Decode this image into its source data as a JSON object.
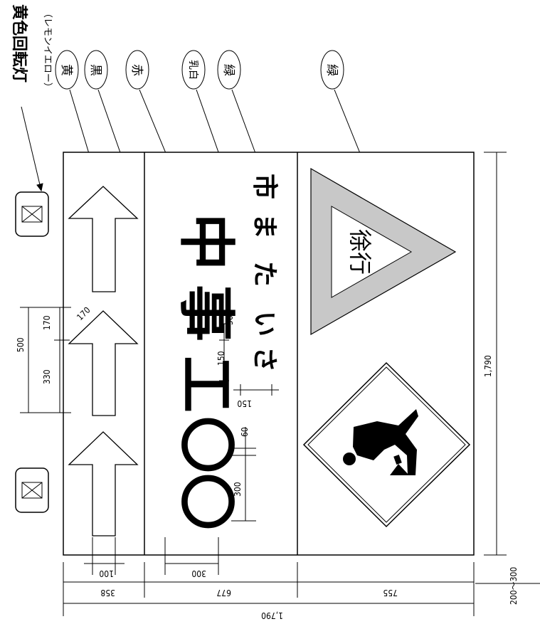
{
  "labels": {
    "title": "黄色回転灯",
    "subtitle": "（レモンイエロー）",
    "callouts": [
      "黄",
      "黒",
      "赤",
      "乳白",
      "緑",
      "緑"
    ]
  },
  "sign": {
    "main_text_chars": [
      "〇",
      "〇",
      "工",
      "事",
      "中"
    ],
    "sub_text_chars": [
      "さ",
      "い",
      "た",
      "ま",
      "市"
    ],
    "triangle_text": "徐行"
  },
  "dimensions": {
    "arrow_head": "170",
    "arrow_shaft": "330",
    "arrow_total": "500",
    "arrow_width": "100",
    "text_char_gap": "50",
    "text_char_size": "150",
    "text_char_width": "150",
    "large_char_gap": "60",
    "large_char_size": "300",
    "large_char_width": "300",
    "height_total": "1,790",
    "band_1": "358",
    "band_2": "677",
    "band_3": "755",
    "width_total": "1,790",
    "bottom_clearance": "200～300",
    "rotated_170": "170"
  },
  "colors": {
    "sign_border": "#000000",
    "triangle_fill": "#c8c8c8",
    "light_fill": "#ffffff"
  }
}
